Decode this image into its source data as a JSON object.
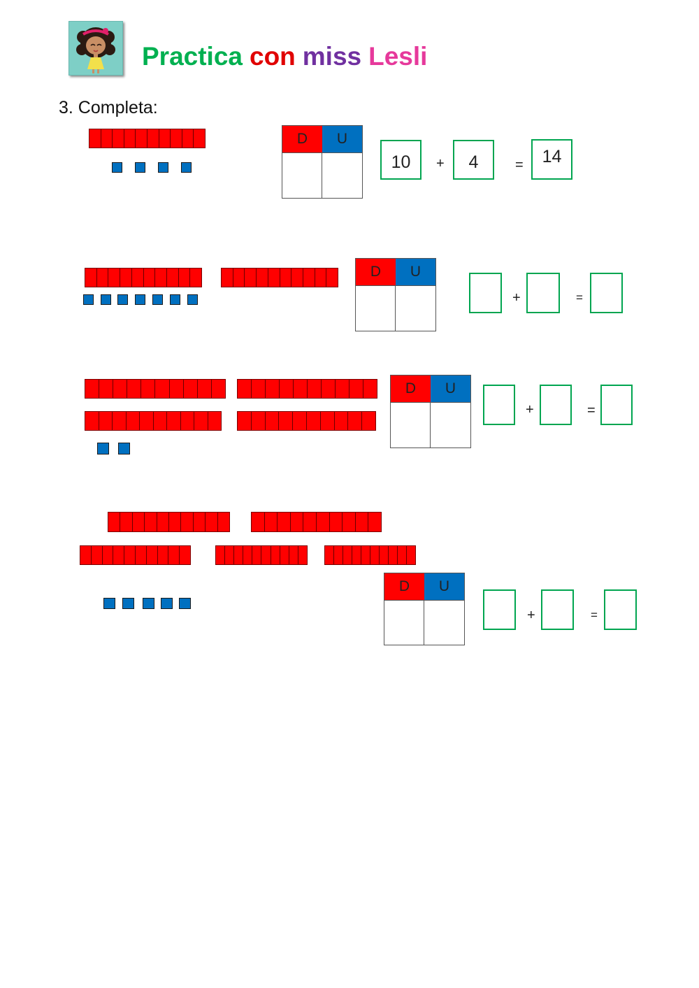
{
  "header": {
    "title_parts": [
      "Practica",
      "con",
      "miss",
      "Lesli"
    ],
    "colors": {
      "practica": "#00b050",
      "con": "#e00000",
      "miss": "#7030a0",
      "lesli": "#e6399b"
    }
  },
  "instruction": "3. Completa:",
  "labels": {
    "decenas": "D",
    "unidades": "U",
    "plus": "+",
    "equals": "="
  },
  "exercises": [
    {
      "tens": 1,
      "units": 4,
      "answer": {
        "tens_value": "10",
        "units_value": "4",
        "total": "14"
      }
    },
    {
      "tens": 2,
      "units": 7,
      "answer": {
        "tens_value": "",
        "units_value": "",
        "total": ""
      }
    },
    {
      "tens": 4,
      "units": 2,
      "answer": {
        "tens_value": "",
        "units_value": "",
        "total": ""
      }
    },
    {
      "tens": 5,
      "units": 5,
      "answer": {
        "tens_value": "",
        "units_value": "",
        "total": ""
      }
    }
  ],
  "colors": {
    "ten_rod": "#ff0000",
    "unit_cube": "#0070c0",
    "answer_box_border": "#00a550"
  }
}
